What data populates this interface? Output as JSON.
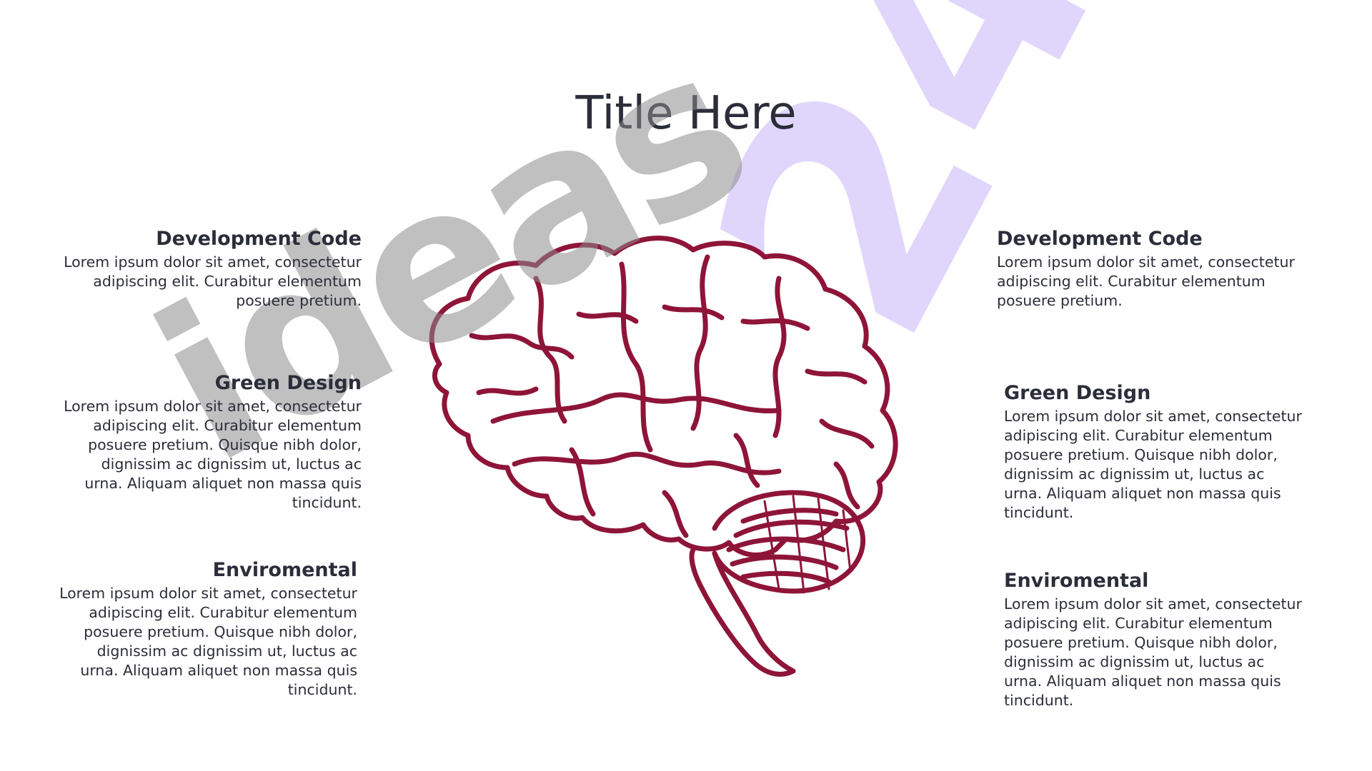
{
  "watermark": {
    "number": "24",
    "word": "ideas"
  },
  "title": "Title Here",
  "colors": {
    "brain_stroke": "#8e1538",
    "text": "#2b2d3a",
    "watermark_number": "#e0d6fb",
    "watermark_word": "#8c8c8c"
  },
  "illustration": {
    "icon": "brain-icon"
  },
  "left": [
    {
      "heading": "Development Code",
      "body": "Lorem ipsum dolor sit amet, consectetur adipiscing elit. Curabitur elementum posuere pretium."
    },
    {
      "heading": "Green Design",
      "body": "Lorem ipsum dolor sit amet, consectetur adipiscing elit. Curabitur elementum posuere pretium. Quisque nibh dolor, dignissim ac dignissim ut, luctus ac urna. Aliquam aliquet non massa quis tincidunt."
    },
    {
      "heading": "Enviromental",
      "body": "Lorem ipsum dolor sit amet, consectetur adipiscing elit. Curabitur elementum posuere pretium. Quisque nibh dolor, dignissim ac dignissim ut, luctus ac urna. Aliquam aliquet non massa quis tincidunt."
    }
  ],
  "right": [
    {
      "heading": "Development Code",
      "body": "Lorem ipsum dolor sit amet, consectetur adipiscing elit. Curabitur elementum posuere pretium."
    },
    {
      "heading": "Green Design",
      "body": "Lorem ipsum dolor sit amet, consectetur adipiscing elit. Curabitur elementum posuere pretium. Quisque nibh dolor, dignissim ac dignissim ut, luctus ac urna. Aliquam aliquet non massa quis tincidunt."
    },
    {
      "heading": "Enviromental",
      "body": "Lorem ipsum dolor sit amet, consectetur adipiscing elit. Curabitur elementum posuere pretium. Quisque nibh dolor, dignissim ac dignissim ut, luctus ac urna. Aliquam aliquet non massa quis tincidunt."
    }
  ]
}
